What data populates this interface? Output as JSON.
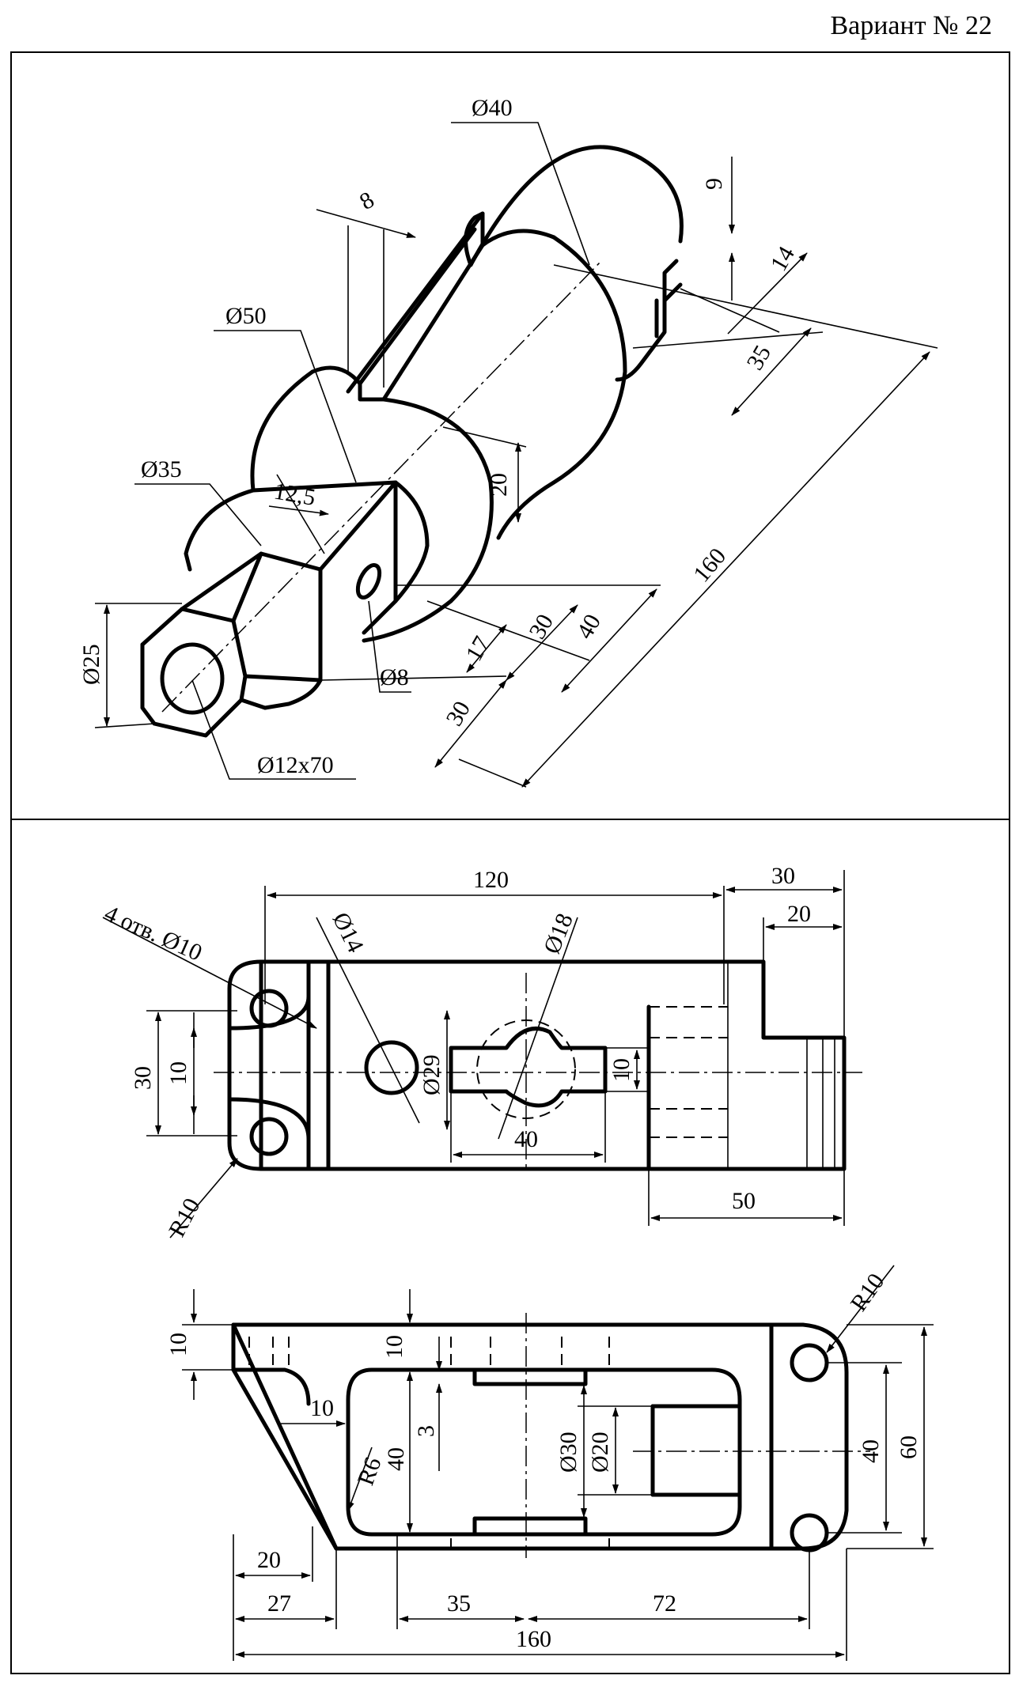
{
  "header": {
    "variant": "Вариант № 22"
  },
  "top_view_labels": {
    "d40": "Ø40",
    "d50": "Ø50",
    "d35": "Ø35",
    "d25": "Ø25",
    "d12x70": "Ø12x70",
    "d8": "Ø8",
    "dim_8": "8",
    "dim_9": "9",
    "dim_14": "14",
    "dim_35": "35",
    "dim_12_5": "12,5",
    "dim_20": "20",
    "dim_160": "160",
    "dim_17": "17",
    "dim_30a": "30",
    "dim_40": "40",
    "dim_30b": "30"
  },
  "plan_view_labels": {
    "dim_120": "120",
    "dim_30": "30",
    "dim_20": "20",
    "holes": "4 отв. Ø10",
    "d14": "Ø14",
    "d18": "Ø18",
    "d29": "Ø29",
    "dim_30v": "30",
    "dim_10v": "10",
    "dim_10r": "10",
    "dim_40": "40",
    "dim_50": "50",
    "r10": "R10"
  },
  "front_view_labels": {
    "dim_10a": "10",
    "dim_10b": "10",
    "dim_10c": "10",
    "dim_3": "3",
    "dim_40v": "40",
    "r6": "R6",
    "d30": "Ø30",
    "d20": "Ø20",
    "dim_40r": "40",
    "dim_60": "60",
    "r10": "R10",
    "dim_20": "20",
    "dim_27": "27",
    "dim_35": "35",
    "dim_72": "72",
    "dim_160": "160"
  }
}
